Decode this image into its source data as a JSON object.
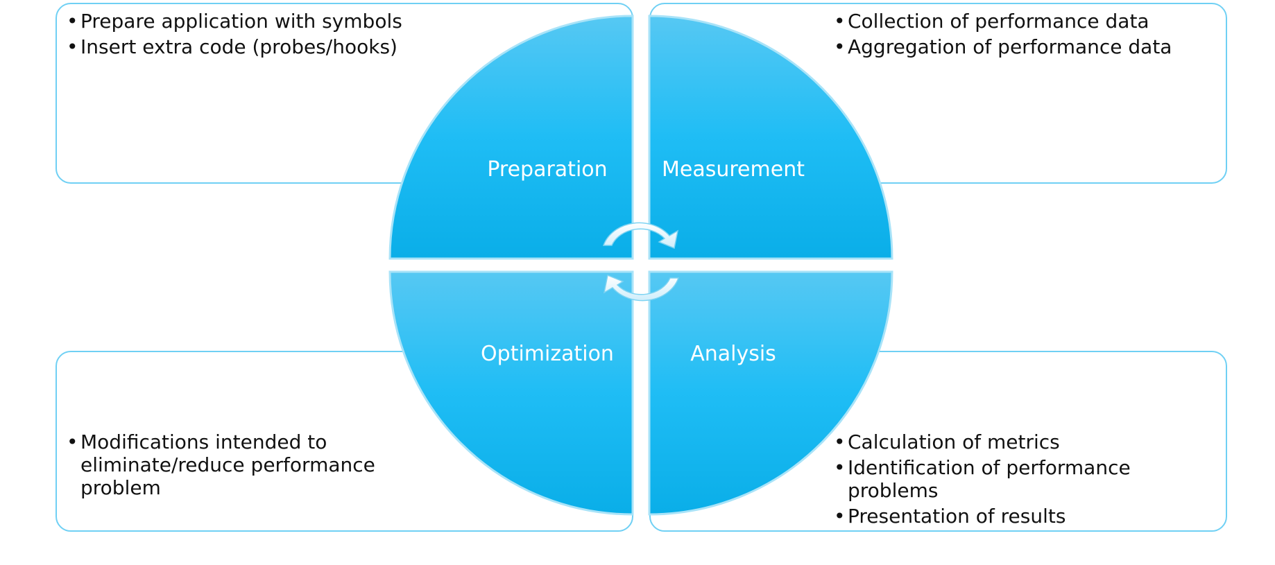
{
  "phases": [
    {
      "id": "preparation",
      "label": "Preparation",
      "bullets": [
        "Prepare application with symbols",
        "Insert extra code (probes/hooks)"
      ]
    },
    {
      "id": "measurement",
      "label": "Measurement",
      "bullets": [
        "Collection of performance data",
        "Aggregation of performance data"
      ]
    },
    {
      "id": "analysis",
      "label": "Analysis",
      "bullets": [
        "Calculation of metrics",
        "Identification of performance problems",
        "Presentation of results"
      ]
    },
    {
      "id": "optimization",
      "label": "Optimization",
      "bullets": [
        "Modifications intended to eliminate/reduce performance problem"
      ]
    }
  ],
  "colors": {
    "quadrant_light": "#56c8f3",
    "quadrant_dark": "#0aaee8",
    "box_border": "#6fd0f4",
    "label_text": "#ffffff",
    "bullet_text": "#111111"
  },
  "center_icon": "cycle-arrows-icon"
}
